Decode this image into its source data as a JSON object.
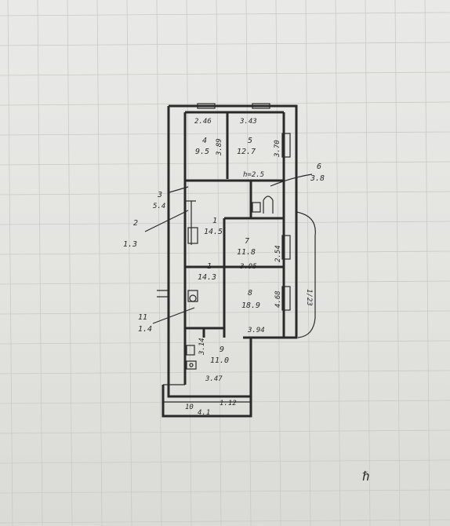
{
  "rooms": [
    {
      "id": "r4",
      "number": "4",
      "area": "9.5",
      "width": "2.46",
      "depth": "3.89"
    },
    {
      "id": "r5",
      "number": "5",
      "area": "12.7",
      "width": "3.43",
      "depth": "3.70"
    },
    {
      "id": "r6",
      "number": "6",
      "area": "3.8"
    },
    {
      "id": "r3",
      "number": "3",
      "area": "5.4"
    },
    {
      "id": "r2",
      "number": "2",
      "area": "1.3"
    },
    {
      "id": "r1a",
      "number": "1",
      "area": "14.5"
    },
    {
      "id": "r7",
      "number": "7",
      "area": "11.8",
      "width": "3.95",
      "depth": "2.54"
    },
    {
      "id": "r1b",
      "number": "1",
      "area": "14.3"
    },
    {
      "id": "r8",
      "number": "8",
      "area": "18.9",
      "width": "3.94",
      "depth": "4.68"
    },
    {
      "id": "r11",
      "number": "11",
      "area": "1.4"
    },
    {
      "id": "r9",
      "number": "9",
      "area": "11.0",
      "width": "3.47",
      "depth": "3.14"
    },
    {
      "id": "r10",
      "number": "10",
      "area": "4.1",
      "width": "1.12"
    }
  ],
  "annotations": {
    "ceiling_height": "h=2.5",
    "loggia": "1/23",
    "signature": "ℏ"
  }
}
